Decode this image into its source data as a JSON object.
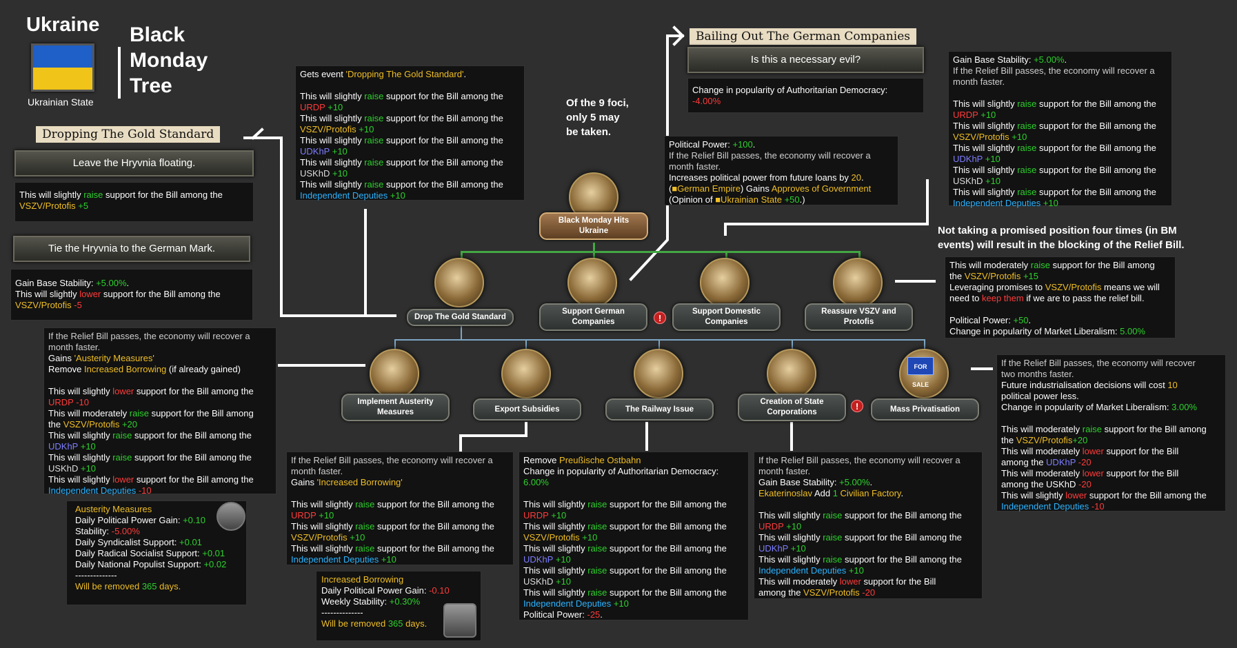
{
  "header": {
    "country": "Ukraine",
    "flag_label": "Ukrainian State",
    "title_lines": [
      "Black",
      "Monday",
      "Tree"
    ]
  },
  "note_foci": [
    "Of the 9 foci,",
    "only 5 may",
    "be taken."
  ],
  "note_promise": [
    "Not taking a promised position four times (in BM",
    "events) will result in the blocking of the Relief Bill."
  ],
  "gold_standard": {
    "banner": "Dropping The Gold Standard",
    "option1": "Leave the Hryvnia floating.",
    "option1_lines": [
      [
        {
          "t": "This will slightly "
        },
        {
          "t": "raise",
          "c": "g"
        },
        {
          "t": " support for the Bill among the"
        }
      ],
      [
        {
          "t": "VSZV/Protofis",
          "c": "y"
        },
        {
          "t": "  +5",
          "c": "g"
        }
      ]
    ],
    "option2": "Tie the Hryvnia to the German Mark.",
    "option2_lines": [
      [
        {
          "t": "Gain Base Stability: "
        },
        {
          "t": "+5.00%",
          "c": "g"
        },
        {
          "t": "."
        }
      ],
      [
        {
          "t": "This will slightly "
        },
        {
          "t": "lower",
          "c": "r"
        },
        {
          "t": " support for the Bill among the"
        }
      ],
      [
        {
          "t": "VSZV/Protofis",
          "c": "y"
        },
        {
          "t": "  -5",
          "c": "r"
        }
      ]
    ]
  },
  "drop_gold_panel": [
    [
      {
        "t": "Gets event "
      },
      {
        "t": "'Dropping The Gold Standard'",
        "c": "y"
      },
      {
        "t": "."
      }
    ],
    [],
    [
      {
        "t": "This will slightly "
      },
      {
        "t": "raise",
        "c": "g"
      },
      {
        "t": " support for the Bill among the"
      }
    ],
    [
      {
        "t": "URDP",
        "c": "r"
      },
      {
        "t": " +10",
        "c": "g"
      }
    ],
    [
      {
        "t": "This will slightly "
      },
      {
        "t": "raise",
        "c": "g"
      },
      {
        "t": " support for the Bill among the"
      }
    ],
    [
      {
        "t": "VSZV/Protofis",
        "c": "y"
      },
      {
        "t": " +10",
        "c": "g"
      }
    ],
    [
      {
        "t": "This will slightly "
      },
      {
        "t": "raise",
        "c": "g"
      },
      {
        "t": " support for the Bill among the"
      }
    ],
    [
      {
        "t": "UDKhP",
        "c": "p"
      },
      {
        "t": " +10",
        "c": "g"
      }
    ],
    [
      {
        "t": "This will slightly "
      },
      {
        "t": "raise",
        "c": "g"
      },
      {
        "t": " support for the Bill among the"
      }
    ],
    [
      {
        "t": "USKhD",
        "c": "n"
      },
      {
        "t": " +10",
        "c": "g"
      }
    ],
    [
      {
        "t": "This will slightly "
      },
      {
        "t": "raise",
        "c": "g"
      },
      {
        "t": " support for the Bill among the"
      }
    ],
    [
      {
        "t": "Independent Deputies",
        "c": "c"
      },
      {
        "t": " +10",
        "c": "g"
      }
    ]
  ],
  "bailout": {
    "banner": "Bailing Out The German Companies",
    "option": "Is this a necessary evil?",
    "option_lines": [
      [
        {
          "t": "Change in popularity of Authoritarian Democracy:"
        }
      ],
      [
        {
          "t": "-4.00%",
          "c": "r"
        }
      ]
    ]
  },
  "support_german_panel": [
    [
      {
        "t": "Political Power: "
      },
      {
        "t": "+100",
        "c": "g"
      },
      {
        "t": "."
      }
    ],
    [
      {
        "t": "If the Relief Bill passes, the economy will recover a",
        "c": "gy"
      }
    ],
    [
      {
        "t": "month faster.",
        "c": "gy"
      }
    ],
    [
      {
        "t": "Increases political power from future loans by "
      },
      {
        "t": "20",
        "c": "y"
      },
      {
        "t": "."
      }
    ],
    [
      {
        "t": "("
      },
      {
        "t": "■German Empire",
        "c": "y"
      },
      {
        "t": ") Gains "
      },
      {
        "t": "Approves of Government",
        "c": "y"
      }
    ],
    [
      {
        "t": "(Opinion of "
      },
      {
        "t": "■Ukrainian State",
        "c": "y"
      },
      {
        "t": " "
      },
      {
        "t": "+50",
        "c": "g"
      },
      {
        "t": ".)"
      }
    ]
  ],
  "support_domestic_panel": [
    [
      {
        "t": "Gain Base Stability: "
      },
      {
        "t": "+5.00%",
        "c": "g"
      },
      {
        "t": "."
      }
    ],
    [
      {
        "t": "If the Relief Bill passes, the economy will recover a",
        "c": "gy"
      }
    ],
    [
      {
        "t": "month faster.",
        "c": "gy"
      }
    ],
    [],
    [
      {
        "t": "This will slightly "
      },
      {
        "t": "raise",
        "c": "g"
      },
      {
        "t": " support for the Bill among the"
      }
    ],
    [
      {
        "t": "URDP",
        "c": "r"
      },
      {
        "t": " +10",
        "c": "g"
      }
    ],
    [
      {
        "t": "This will slightly "
      },
      {
        "t": "raise",
        "c": "g"
      },
      {
        "t": " support for the Bill among the"
      }
    ],
    [
      {
        "t": "VSZV/Protofis",
        "c": "y"
      },
      {
        "t": " +10",
        "c": "g"
      }
    ],
    [
      {
        "t": "This will slightly "
      },
      {
        "t": "raise",
        "c": "g"
      },
      {
        "t": " support for the Bill among the"
      }
    ],
    [
      {
        "t": "UDKhP",
        "c": "p"
      },
      {
        "t": " +10",
        "c": "g"
      }
    ],
    [
      {
        "t": "This will slightly "
      },
      {
        "t": "raise",
        "c": "g"
      },
      {
        "t": " support for the Bill among the"
      }
    ],
    [
      {
        "t": "USKhD",
        "c": "n"
      },
      {
        "t": " +10",
        "c": "g"
      }
    ],
    [
      {
        "t": "This will slightly "
      },
      {
        "t": "raise",
        "c": "g"
      },
      {
        "t": " support for the Bill among the"
      }
    ],
    [
      {
        "t": "Independent Deputies",
        "c": "c"
      },
      {
        "t": " +10",
        "c": "g"
      }
    ]
  ],
  "reassure_panel": [
    [
      {
        "t": "This will moderately "
      },
      {
        "t": "raise",
        "c": "g"
      },
      {
        "t": " support for the Bill among"
      }
    ],
    [
      {
        "t": "the "
      },
      {
        "t": "VSZV/Protofis",
        "c": "y"
      },
      {
        "t": " +15",
        "c": "g"
      }
    ],
    [
      {
        "t": "Leveraging promises to "
      },
      {
        "t": "VSZV/Protofis",
        "c": "y"
      },
      {
        "t": " means we will"
      }
    ],
    [
      {
        "t": "need to "
      },
      {
        "t": "keep them",
        "c": "r"
      },
      {
        "t": " if we are to pass the relief bill."
      }
    ],
    [],
    [
      {
        "t": "Political Power: "
      },
      {
        "t": "+50",
        "c": "g"
      },
      {
        "t": "."
      }
    ],
    [
      {
        "t": "Change in popularity of Market Liberalism: "
      },
      {
        "t": "5.00%",
        "c": "g"
      }
    ]
  ],
  "austerity_panel": [
    [
      {
        "t": "If the Relief Bill passes, the economy will recover a",
        "c": "gy"
      }
    ],
    [
      {
        "t": "month faster.",
        "c": "gy"
      }
    ],
    [
      {
        "t": "Gains "
      },
      {
        "t": "'Austerity Measures'",
        "c": "y"
      }
    ],
    [
      {
        "t": "Remove "
      },
      {
        "t": "Increased Borrowing",
        "c": "y"
      },
      {
        "t": " (if already gained)"
      }
    ],
    [],
    [
      {
        "t": "This will slightly "
      },
      {
        "t": "lower",
        "c": "r"
      },
      {
        "t": " support for the Bill among the"
      }
    ],
    [
      {
        "t": "URDP",
        "c": "r"
      },
      {
        "t": " -10",
        "c": "r"
      }
    ],
    [
      {
        "t": "This will moderately "
      },
      {
        "t": "raise",
        "c": "g"
      },
      {
        "t": " support for the Bill among"
      }
    ],
    [
      {
        "t": "the "
      },
      {
        "t": "VSZV/Protofis",
        "c": "y"
      },
      {
        "t": " +20",
        "c": "g"
      }
    ],
    [
      {
        "t": "This will slightly "
      },
      {
        "t": "raise",
        "c": "g"
      },
      {
        "t": " support for the Bill among the"
      }
    ],
    [
      {
        "t": "UDKhP",
        "c": "p"
      },
      {
        "t": " +10",
        "c": "g"
      }
    ],
    [
      {
        "t": "This will slightly "
      },
      {
        "t": "raise",
        "c": "g"
      },
      {
        "t": " support for the Bill among the"
      }
    ],
    [
      {
        "t": "USKhD",
        "c": "n"
      },
      {
        "t": " +10",
        "c": "g"
      }
    ],
    [
      {
        "t": "This will slightly "
      },
      {
        "t": "lower",
        "c": "r"
      },
      {
        "t": " support for the Bill among the"
      }
    ],
    [
      {
        "t": "Independent Deputies",
        "c": "c"
      },
      {
        "t": " -10",
        "c": "r"
      }
    ]
  ],
  "austerity_idea": [
    [
      {
        "t": "Austerity Measures",
        "c": "y"
      }
    ],
    [
      {
        "t": "Daily Political Power Gain: "
      },
      {
        "t": "+0.10",
        "c": "g"
      }
    ],
    [
      {
        "t": "Stability: "
      },
      {
        "t": "-5.00%",
        "c": "r"
      }
    ],
    [
      {
        "t": "Daily Syndicalist Support: "
      },
      {
        "t": "+0.01",
        "c": "g"
      }
    ],
    [
      {
        "t": "Daily Radical Socialist Support: "
      },
      {
        "t": "+0.01",
        "c": "g"
      }
    ],
    [
      {
        "t": "Daily National Populist Support: "
      },
      {
        "t": "+0.02",
        "c": "g"
      }
    ],
    [
      {
        "t": "--------------"
      }
    ],
    [
      {
        "t": "Will be removed ",
        "c": "y"
      },
      {
        "t": "365",
        "c": "g"
      },
      {
        "t": " days.",
        "c": "y"
      }
    ]
  ],
  "export_panel": [
    [
      {
        "t": "If the Relief Bill passes, the economy will recover a",
        "c": "gy"
      }
    ],
    [
      {
        "t": "month faster.",
        "c": "gy"
      }
    ],
    [
      {
        "t": "Gains "
      },
      {
        "t": "'Increased Borrowing'",
        "c": "y"
      }
    ],
    [],
    [
      {
        "t": "This will slightly "
      },
      {
        "t": "raise",
        "c": "g"
      },
      {
        "t": " support for the Bill among the"
      }
    ],
    [
      {
        "t": "URDP",
        "c": "r"
      },
      {
        "t": " +10",
        "c": "g"
      }
    ],
    [
      {
        "t": "This will slightly "
      },
      {
        "t": "raise",
        "c": "g"
      },
      {
        "t": " support for the Bill among the"
      }
    ],
    [
      {
        "t": "VSZV/Protofis",
        "c": "y"
      },
      {
        "t": " +10",
        "c": "g"
      }
    ],
    [
      {
        "t": "This will slightly "
      },
      {
        "t": "raise",
        "c": "g"
      },
      {
        "t": " support for the Bill among the"
      }
    ],
    [
      {
        "t": "Independent Deputies",
        "c": "c"
      },
      {
        "t": " +10",
        "c": "g"
      }
    ]
  ],
  "borrowing_idea": [
    [
      {
        "t": "Increased Borrowing",
        "c": "y"
      }
    ],
    [
      {
        "t": "Daily Political Power Gain: "
      },
      {
        "t": "-0.10",
        "c": "r"
      }
    ],
    [
      {
        "t": "Weekly Stability: "
      },
      {
        "t": "+0.30%",
        "c": "g"
      }
    ],
    [
      {
        "t": "--------------"
      }
    ],
    [
      {
        "t": "Will be removed ",
        "c": "y"
      },
      {
        "t": "365",
        "c": "g"
      },
      {
        "t": " days.",
        "c": "y"
      }
    ]
  ],
  "railway_panel": [
    [
      {
        "t": "Remove "
      },
      {
        "t": "Preußische Ostbahn",
        "c": "y"
      }
    ],
    [
      {
        "t": "Change in popularity of Authoritarian Democracy:"
      }
    ],
    [
      {
        "t": "6.00%",
        "c": "g"
      }
    ],
    [],
    [
      {
        "t": "This will slightly "
      },
      {
        "t": "raise",
        "c": "g"
      },
      {
        "t": " support for the Bill among the"
      }
    ],
    [
      {
        "t": "URDP",
        "c": "r"
      },
      {
        "t": " +10",
        "c": "g"
      }
    ],
    [
      {
        "t": "This will slightly "
      },
      {
        "t": "raise",
        "c": "g"
      },
      {
        "t": " support for the Bill among the"
      }
    ],
    [
      {
        "t": "VSZV/Protofis",
        "c": "y"
      },
      {
        "t": " +10",
        "c": "g"
      }
    ],
    [
      {
        "t": "This will slightly "
      },
      {
        "t": "raise",
        "c": "g"
      },
      {
        "t": " support for the Bill among the"
      }
    ],
    [
      {
        "t": "UDKhP",
        "c": "p"
      },
      {
        "t": " +10",
        "c": "g"
      }
    ],
    [
      {
        "t": "This will slightly "
      },
      {
        "t": "raise",
        "c": "g"
      },
      {
        "t": " support for the Bill among the"
      }
    ],
    [
      {
        "t": "USKhD",
        "c": "n"
      },
      {
        "t": " +10",
        "c": "g"
      }
    ],
    [
      {
        "t": "This will slightly "
      },
      {
        "t": "raise",
        "c": "g"
      },
      {
        "t": " support for the Bill among the"
      }
    ],
    [
      {
        "t": "Independent Deputies",
        "c": "c"
      },
      {
        "t": " +10",
        "c": "g"
      }
    ],
    [
      {
        "t": "Political Power: "
      },
      {
        "t": "-25",
        "c": "r"
      },
      {
        "t": "."
      }
    ]
  ],
  "state_corp_panel": [
    [
      {
        "t": "If the Relief Bill passes, the economy will recover a",
        "c": "gy"
      }
    ],
    [
      {
        "t": "month faster.",
        "c": "gy"
      }
    ],
    [
      {
        "t": "Gain Base Stability: "
      },
      {
        "t": "+5.00%",
        "c": "g"
      },
      {
        "t": "."
      }
    ],
    [
      {
        "t": "Ekaterinoslav",
        "c": "y"
      },
      {
        "t": " Add "
      },
      {
        "t": "1",
        "c": "g"
      },
      {
        "t": " "
      },
      {
        "t": "Civilian Factory",
        "c": "y"
      },
      {
        "t": "."
      }
    ],
    [],
    [
      {
        "t": "This will slightly "
      },
      {
        "t": "raise",
        "c": "g"
      },
      {
        "t": " support for the Bill among the"
      }
    ],
    [
      {
        "t": "URDP",
        "c": "r"
      },
      {
        "t": " +10",
        "c": "g"
      }
    ],
    [
      {
        "t": "This will slightly "
      },
      {
        "t": "raise",
        "c": "g"
      },
      {
        "t": " support for the Bill among the"
      }
    ],
    [
      {
        "t": "UDKhP",
        "c": "p"
      },
      {
        "t": " +10",
        "c": "g"
      }
    ],
    [
      {
        "t": "This will slightly "
      },
      {
        "t": "raise",
        "c": "g"
      },
      {
        "t": " support for the Bill among the"
      }
    ],
    [
      {
        "t": "Independent Deputies",
        "c": "c"
      },
      {
        "t": " +10",
        "c": "g"
      }
    ],
    [
      {
        "t": "This will moderately "
      },
      {
        "t": "lower",
        "c": "r"
      },
      {
        "t": " support for the Bill"
      }
    ],
    [
      {
        "t": "among the "
      },
      {
        "t": "VSZV/Protofis",
        "c": "y"
      },
      {
        "t": " -20",
        "c": "r"
      }
    ]
  ],
  "privatisation_panel": [
    [
      {
        "t": "If the Relief Bill passes, the economy will recover",
        "c": "gy"
      }
    ],
    [
      {
        "t": "two months faster.",
        "c": "gy"
      }
    ],
    [
      {
        "t": "Future industrialisation decisions will cost "
      },
      {
        "t": "10",
        "c": "y"
      }
    ],
    [
      {
        "t": "political power less."
      }
    ],
    [
      {
        "t": "Change in popularity of Market Liberalism: "
      },
      {
        "t": "3.00%",
        "c": "g"
      }
    ],
    [],
    [
      {
        "t": "This will moderately "
      },
      {
        "t": "raise",
        "c": "g"
      },
      {
        "t": " support for the Bill among"
      }
    ],
    [
      {
        "t": "the "
      },
      {
        "t": "VSZV/Protofis",
        "c": "y"
      },
      {
        "t": "+20",
        "c": "g"
      }
    ],
    [
      {
        "t": "This will moderately "
      },
      {
        "t": "lower",
        "c": "r"
      },
      {
        "t": " support for the Bill"
      }
    ],
    [
      {
        "t": "among the "
      },
      {
        "t": "UDKhP",
        "c": "p"
      },
      {
        "t": " -20",
        "c": "r"
      }
    ],
    [
      {
        "t": "This will moderately "
      },
      {
        "t": "lower",
        "c": "r"
      },
      {
        "t": " support for the Bill"
      }
    ],
    [
      {
        "t": "among the USKhD "
      },
      {
        "t": "-20",
        "c": "r"
      }
    ],
    [
      {
        "t": "This will slightly "
      },
      {
        "t": "lower",
        "c": "r"
      },
      {
        "t": " support for the Bill among the"
      }
    ],
    [
      {
        "t": "Independent Deputies",
        "c": "c"
      },
      {
        "t": " -10",
        "c": "r"
      }
    ]
  ],
  "foci": {
    "root": "Black Monday Hits Ukraine",
    "drop_gold": "Drop The Gold Standard",
    "support_german": "Support German Companies",
    "support_domestic": "Support Domestic Companies",
    "reassure": "Reassure VSZV and Protofis",
    "austerity": "Implement Austerity Measures",
    "export": "Export Subsidies",
    "railway": "The Railway Issue",
    "state_corp": "Creation of State Corporations",
    "privatisation": "Mass Privatisation"
  },
  "for_sale": "FOR SALE",
  "exclusive_mark": "!"
}
